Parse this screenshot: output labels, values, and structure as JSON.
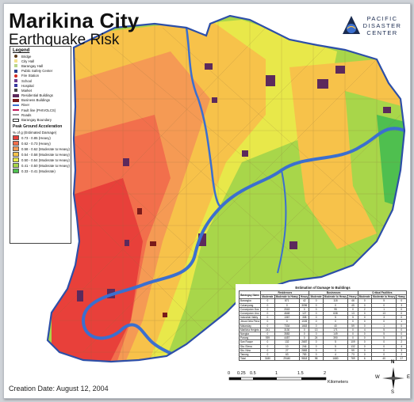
{
  "header": {
    "title": "Marikina City",
    "subtitle": "Earthquake Risk"
  },
  "logo": {
    "line1": "PACIFIC",
    "line2": "DISASTER",
    "line3": "CENTER"
  },
  "legend": {
    "title": "Legend",
    "items": [
      {
        "label": "Bridge",
        "icon": "bridge-icon",
        "color": "#5a3a1a"
      },
      {
        "label": "City Hall",
        "icon": "city-hall-icon",
        "color": "#f4e08a"
      },
      {
        "label": "Barangay Hall",
        "icon": "barangay-hall-icon",
        "color": "#b8d58a"
      },
      {
        "label": "Public Safety Center",
        "icon": "safety-center-icon",
        "color": "#2a3f8c"
      },
      {
        "label": "Fire Station",
        "icon": "fire-station-icon",
        "color": "#d42a1e"
      },
      {
        "label": "School",
        "icon": "school-icon",
        "color": "#6a3a8c"
      },
      {
        "label": "Hospital",
        "icon": "hospital-icon",
        "color": "#3a3aa0"
      },
      {
        "label": "Market",
        "icon": "market-icon",
        "color": "#444444"
      },
      {
        "label": "Residential Buildings",
        "icon": "residential-swatch",
        "color": "#5c2a5c"
      },
      {
        "label": "Business Buildings",
        "icon": "business-swatch",
        "color": "#7a1a1a"
      },
      {
        "label": "River",
        "icon": "river-swatch",
        "color": "#3b6fcf"
      },
      {
        "label": "Fault line (PHIVOLCS)",
        "icon": "fault-line-swatch",
        "color": "#c2185b"
      },
      {
        "label": "Roads",
        "icon": "roads-swatch",
        "color": "#9a9a9a"
      },
      {
        "label": "Barangay Boundary",
        "icon": "boundary-swatch",
        "color": "#ffffff"
      }
    ],
    "pga": {
      "title": "Peak Ground Acceleration",
      "subtitle": "% of g (Estimated Damage)",
      "classes": [
        {
          "label": "0.73 - 0.85 (Heavy)",
          "color": "#e8403a"
        },
        {
          "label": "0.62 - 0.73 (Heavy)",
          "color": "#f26f4c"
        },
        {
          "label": "0.58 - 0.62 (Moderate to Heavy)",
          "color": "#f59a54"
        },
        {
          "label": "0.54 - 0.58 (Moderate to Heavy)",
          "color": "#f7c24a"
        },
        {
          "label": "0.50 - 0.54 (Moderate to Heavy)",
          "color": "#e8e84a"
        },
        {
          "label": "0.41 - 0.50 (Moderate to Heavy)",
          "color": "#a8d64a"
        },
        {
          "label": "0.33 - 0.41 (Moderate)",
          "color": "#4fbf4f"
        }
      ]
    }
  },
  "damage_table": {
    "title": "Estimation of Damage to Buildings",
    "groups": [
      "Residences",
      "Businesses",
      "Critical Facilities"
    ],
    "columns": [
      "Barangay Name",
      "Moderate",
      "Moderate to Heavy",
      "Heavy",
      "Moderate",
      "Moderate to Heavy",
      "Heavy",
      "Moderate",
      "Moderate to Heavy",
      "Heavy"
    ],
    "rows": [
      [
        "Barangka",
        "0",
        "871",
        "42",
        "0",
        "118",
        "46",
        "0",
        "5",
        "0"
      ],
      [
        "Calumpang",
        "0",
        "0",
        "3096",
        "0",
        "0",
        "45",
        "0",
        "0",
        "3"
      ],
      [
        "Concepcion Dos",
        "0",
        "2043",
        "0",
        "0",
        "95",
        "0",
        "2",
        "1",
        "0"
      ],
      [
        "Concepcion Uno",
        "0",
        "4648",
        "127",
        "0",
        "638",
        "13",
        "0",
        "13",
        "0"
      ],
      [
        "Industrial Valley",
        "0",
        "1367",
        "308",
        "0",
        "5",
        "5",
        "0",
        "3",
        "0"
      ],
      [
        "Jesus Dela Pena",
        "0",
        "0",
        "1026",
        "0",
        "0",
        "0",
        "0",
        "0",
        "1"
      ],
      [
        "Malanday",
        "0",
        "7334",
        "1663",
        "0",
        "40",
        "59",
        "0",
        "1",
        "0"
      ],
      [
        "Marikina Heights",
        "241",
        "3130",
        "0",
        "13",
        "171",
        "0",
        "4",
        "5",
        "0"
      ],
      [
        "Nangka",
        "0",
        "3583",
        "0",
        "0",
        "149",
        "0",
        "0",
        "5",
        "0"
      ],
      [
        "Parang",
        "939",
        "4457",
        "0",
        "24",
        "390",
        "0",
        "0",
        "5",
        "0"
      ],
      [
        "San Roque",
        "0",
        "132",
        "2687",
        "0",
        "5",
        "109",
        "0",
        "0",
        "2"
      ],
      [
        "Sta. Elena",
        "0",
        "10",
        "246",
        "0",
        "5",
        "132",
        "0",
        "0",
        "4"
      ],
      [
        "Sto. Nino",
        "0",
        "27",
        "2883",
        "0",
        "0",
        "99",
        "0",
        "0",
        "3"
      ],
      [
        "Tanong",
        "0",
        "63",
        "783",
        "0",
        "4",
        "73",
        "0",
        "0",
        "2"
      ],
      [
        "Total",
        "3180",
        "29440",
        "9818",
        "98",
        "1680",
        "789",
        "6",
        "40",
        "17"
      ]
    ]
  },
  "scale_bar": {
    "ticks": [
      "0",
      "0.25",
      "0.5",
      "1",
      "1.5",
      "2"
    ],
    "unit": "Kilometers"
  },
  "compass": {
    "n": "N",
    "s": "S",
    "e": "E",
    "w": "W"
  },
  "footer": {
    "creation_date": "Creation Date: August 12, 2004"
  },
  "colors": {
    "river": "#3b6fcf",
    "border": "#2d4fa8",
    "heavy": "#e8403a",
    "moderate": "#4fbf4f"
  }
}
